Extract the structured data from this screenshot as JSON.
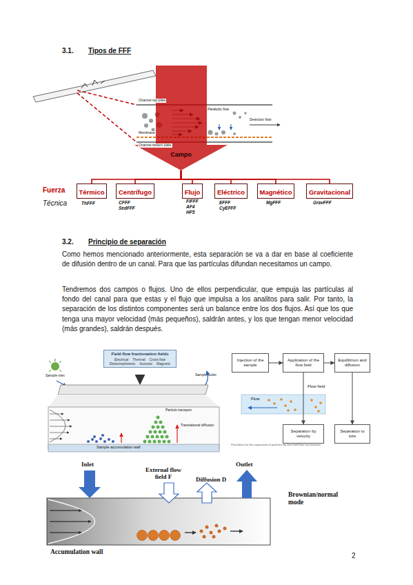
{
  "diagram": {
    "nodes": [
      {
        "text": [
          "Campo"
        ]
      },
      {
        "text": [
          "Térmico"
        ]
      },
      {
        "text": [
          "Centrífugo"
        ]
      },
      {
        "text": [
          "Flujo"
        ]
      },
      {
        "text": [
          "Eléctrico"
        ]
      },
      {
        "text": [
          "Magnético"
        ]
      },
      {
        "text": [
          "Gravitacional"
        ]
      },
      {
        "text": [
          "Field flow fractionation fields",
          "Electrical",
          "Thermal",
          "Cross flow",
          "Dielectrophoretic",
          "Acoustic",
          "Magnetic"
        ]
      },
      {
        "text": [
          "Injection of the sample"
        ]
      },
      {
        "text": [
          "Application of the flow field"
        ]
      },
      {
        "text": [
          "Equilibrium and diffusion"
        ]
      },
      {
        "text": [
          "Separation by velocity"
        ]
      },
      {
        "text": [
          "Separation to size"
        ]
      }
    ],
    "edges": [
      {
        "from": 0,
        "to": 1,
        "arrow": "none"
      },
      {
        "from": 0,
        "to": 2,
        "arrow": "none"
      },
      {
        "from": 0,
        "to": 3,
        "arrow": "none"
      },
      {
        "from": 0,
        "to": 4,
        "arrow": "none"
      },
      {
        "from": 0,
        "to": 5,
        "arrow": "none"
      },
      {
        "from": 0,
        "to": 6,
        "arrow": "none"
      },
      {
        "from": 8,
        "to": 9,
        "arrow": "to"
      },
      {
        "from": 9,
        "to": 10,
        "arrow": "to"
      },
      {
        "from": 9,
        "to": 11,
        "arrow": "to"
      },
      {
        "from": 10,
        "to": 12,
        "arrow": "to"
      }
    ],
    "labels": [
      "3.1.",
      "Tipos de FFF",
      "Channel top plate",
      "Parabolic flow",
      "Detection flow",
      "Membrane",
      "Channel bottom plate",
      "Fuerza",
      "Técnica",
      "ThFFF",
      "CFFF",
      "SedFFF",
      "FlFFF",
      "AF4",
      "HF5",
      "EFFF",
      "CyEFFF",
      "MgFFF",
      "GravFFF",
      "3.2.",
      "Principio de separación",
      "Como hemos mencionado anteriormente, esta separación se va a dar en base al coeficiente de difusión dentro de un canal. Para que las partículas difundan necesitamos un campo.",
      "Tendremos dos campos o flujos. Uno de ellos perpendicular, que empuja las partículas al fondo del canal para que estas y el flujo que impulsa a los analitos para salir. Por tanto, la separación de los distintos componentes será un balance entre los dos flujos. Así que los que tenga una mayor velocidad (más pequeños), saldrán antes, y los que tengan menor velocidad (más grandes), saldrán después.",
      "Sample inlet",
      "Sample outlet",
      "Particle transport",
      "Translational diffusion",
      "Sample accumulation wall",
      "Flow field",
      "Flow",
      "Procedure for the separation of particles by flow field flow fractionation",
      "Inlet",
      "External flow field F",
      "Diffusion D",
      "Outlet",
      "Brownian/normal mode",
      "Accumulation wall",
      "2"
    ]
  }
}
